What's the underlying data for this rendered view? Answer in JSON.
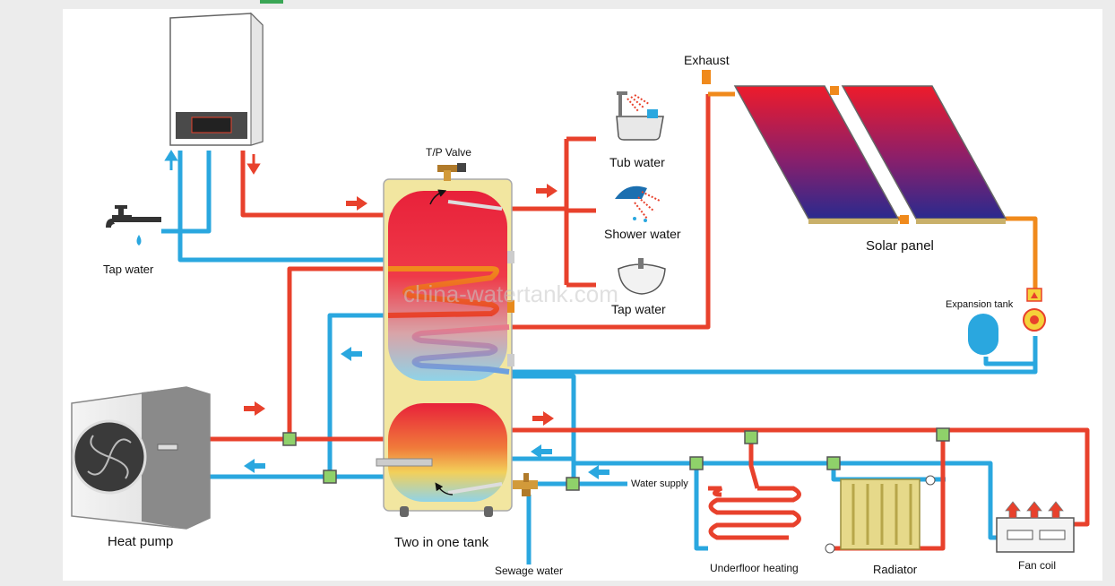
{
  "labels": {
    "tap_water_left": "Tap water",
    "tp_valve": "T/P Valve",
    "tub_water": "Tub water",
    "shower_water": "Shower water",
    "tap_water_right": "Tap water",
    "exhaust": "Exhaust",
    "solar_panel": "Solar panel",
    "expansion_tank": "Expansion tank",
    "heat_pump": "Heat pump",
    "two_in_one_tank": "Two in one tank",
    "water_supply": "Water supply",
    "sewage_water": "Sewage water",
    "underfloor_heating": "Underfloor heating",
    "radiator": "Radiator",
    "fan_coil": "Fan coil"
  },
  "watermark": "china-watertank.com",
  "colors": {
    "hot_pipe": "#e8412c",
    "cold_pipe": "#2aa7df",
    "solar_pipe": "#f08a1c",
    "tank_shell": "#f2e6a0",
    "hot_water": "#e8213a",
    "cool_water": "#7fd0e6"
  }
}
